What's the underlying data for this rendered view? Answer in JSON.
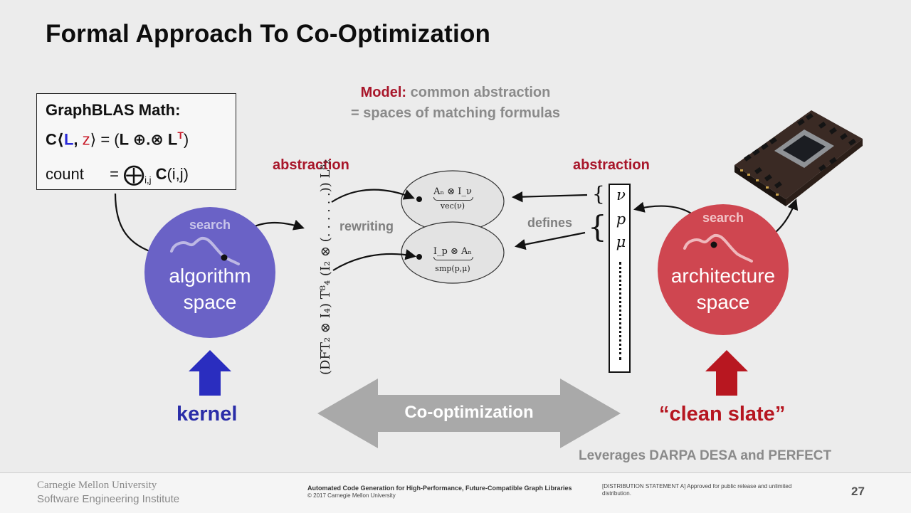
{
  "title": "Formal Approach To Co-Optimization",
  "math_box": {
    "heading": "GraphBLAS Math:",
    "line1": {
      "c": "C⟨",
      "l": "L",
      "comma": ", ",
      "z": "z",
      "close": "⟩",
      "eq": " = (",
      "op": "L ⊕.⊗ L",
      "sup": "T",
      "end": ")"
    },
    "line2": {
      "lhs": "count",
      "eq": "=",
      "big": "⨁",
      "sub": "i,j",
      "rhs_c": "C",
      "rhs_rest": "(i,j)"
    }
  },
  "model": {
    "lead": "Model:",
    "line1_rest": " common abstraction",
    "line2": "= spaces of matching formulas"
  },
  "labels": {
    "abstraction_left": "abstraction",
    "abstraction_right": "abstraction",
    "rewriting": "rewriting",
    "defines": "defines",
    "search_left": "search",
    "search_right": "search",
    "algorithm_space_1": "algorithm",
    "algorithm_space_2": "space",
    "architecture_space_1": "architecture",
    "architecture_space_2": "space",
    "kernel": "kernel",
    "clean_slate": "“clean slate”",
    "co_optimization": "Co-optimization",
    "leverages": "Leverages DARPA DESA and PERFECT"
  },
  "formula_vertical": "(DFT₂ ⊗ I₄) T⁸₄ (I₂ ⊗ (. . . . . .)) L⁸₂",
  "ellipse_top": {
    "formula": "Aₙ ⊗ I_ν",
    "under": "vec(ν)"
  },
  "ellipse_bottom": {
    "formula": "I_p ⊗ Aₙ",
    "under": "smp(p,μ)"
  },
  "params": [
    "ν",
    "p",
    "μ"
  ],
  "footer": {
    "org1": "Carnegie Mellon University",
    "org2": "Software Engineering Institute",
    "talk_title": "Automated Code Generation for High-Performance, Future-Compatible Graph Libraries",
    "copyright": "© 2017 Carnegie Mellon University",
    "distribution": "[DISTRIBUTION STATEMENT A] Approved for public release and unlimited distribution.",
    "page": "27"
  },
  "colors": {
    "algorithm_circle": "#6a62c6",
    "architecture_circle": "#cf4650",
    "kernel_arrow": "#2a2da8",
    "clean_arrow": "#b61620",
    "dark_red_label": "#a8162a"
  }
}
